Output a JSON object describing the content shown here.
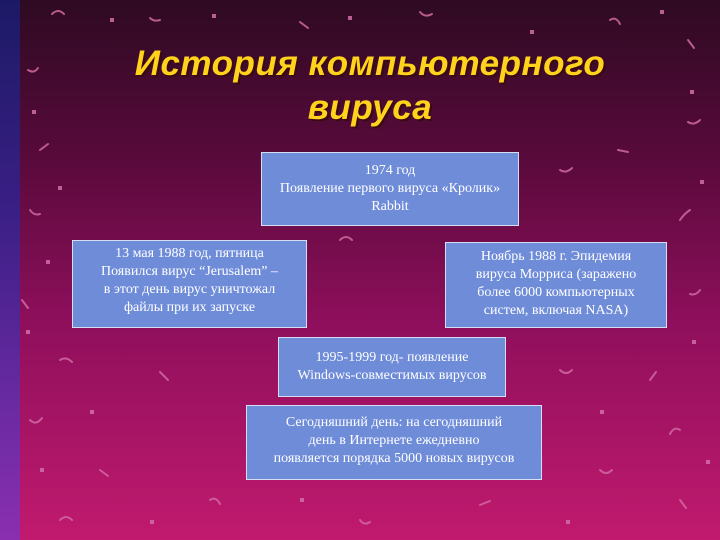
{
  "title_line1": "История компьютерного",
  "title_line2": "вируса",
  "boxes": {
    "b1": [
      "1974 год",
      "Появление первого вируса «Кролик»",
      "Rabbit"
    ],
    "b2": [
      "13 мая 1988 год, пятница",
      "Появился вирус “Jerusalem” –",
      "в этот день вирус уничтожал",
      "файлы при их запуске"
    ],
    "b3": [
      "Ноябрь 1988 г. Эпидемия",
      "вируса Морриса (заражено",
      "более 6000 компьютерных",
      "систем, включая NASA)"
    ],
    "b4": [
      "1995-1999 год- появление",
      "Windows-совместимых вирусов"
    ],
    "b5": [
      "Сегодняшний день: на сегодняшний",
      "день в Интернете ежедневно",
      "появляется порядка 5000 новых вирусов"
    ]
  },
  "colors": {
    "title": "#ffd21c",
    "box_fill": "#6f8cd9",
    "box_border": "#d6def6",
    "background_top": "#2e0a22",
    "background_bottom": "#c11a6e"
  }
}
